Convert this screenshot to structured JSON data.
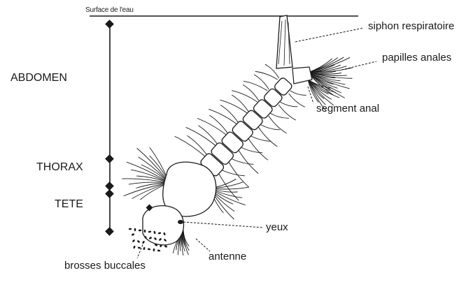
{
  "labels": {
    "surface": "Surface de l'eau",
    "abdomen": "ABDOMEN",
    "thorax": "THORAX",
    "tete": "TETE",
    "siphon": "siphon respiratoire",
    "papilles": "papilles anales",
    "segment": "segment anal",
    "yeux": "yeux",
    "antenne": "antenne",
    "brosses": "brosses buccales"
  },
  "colors": {
    "ink": "#1a1a1a",
    "background": "#ffffff"
  }
}
